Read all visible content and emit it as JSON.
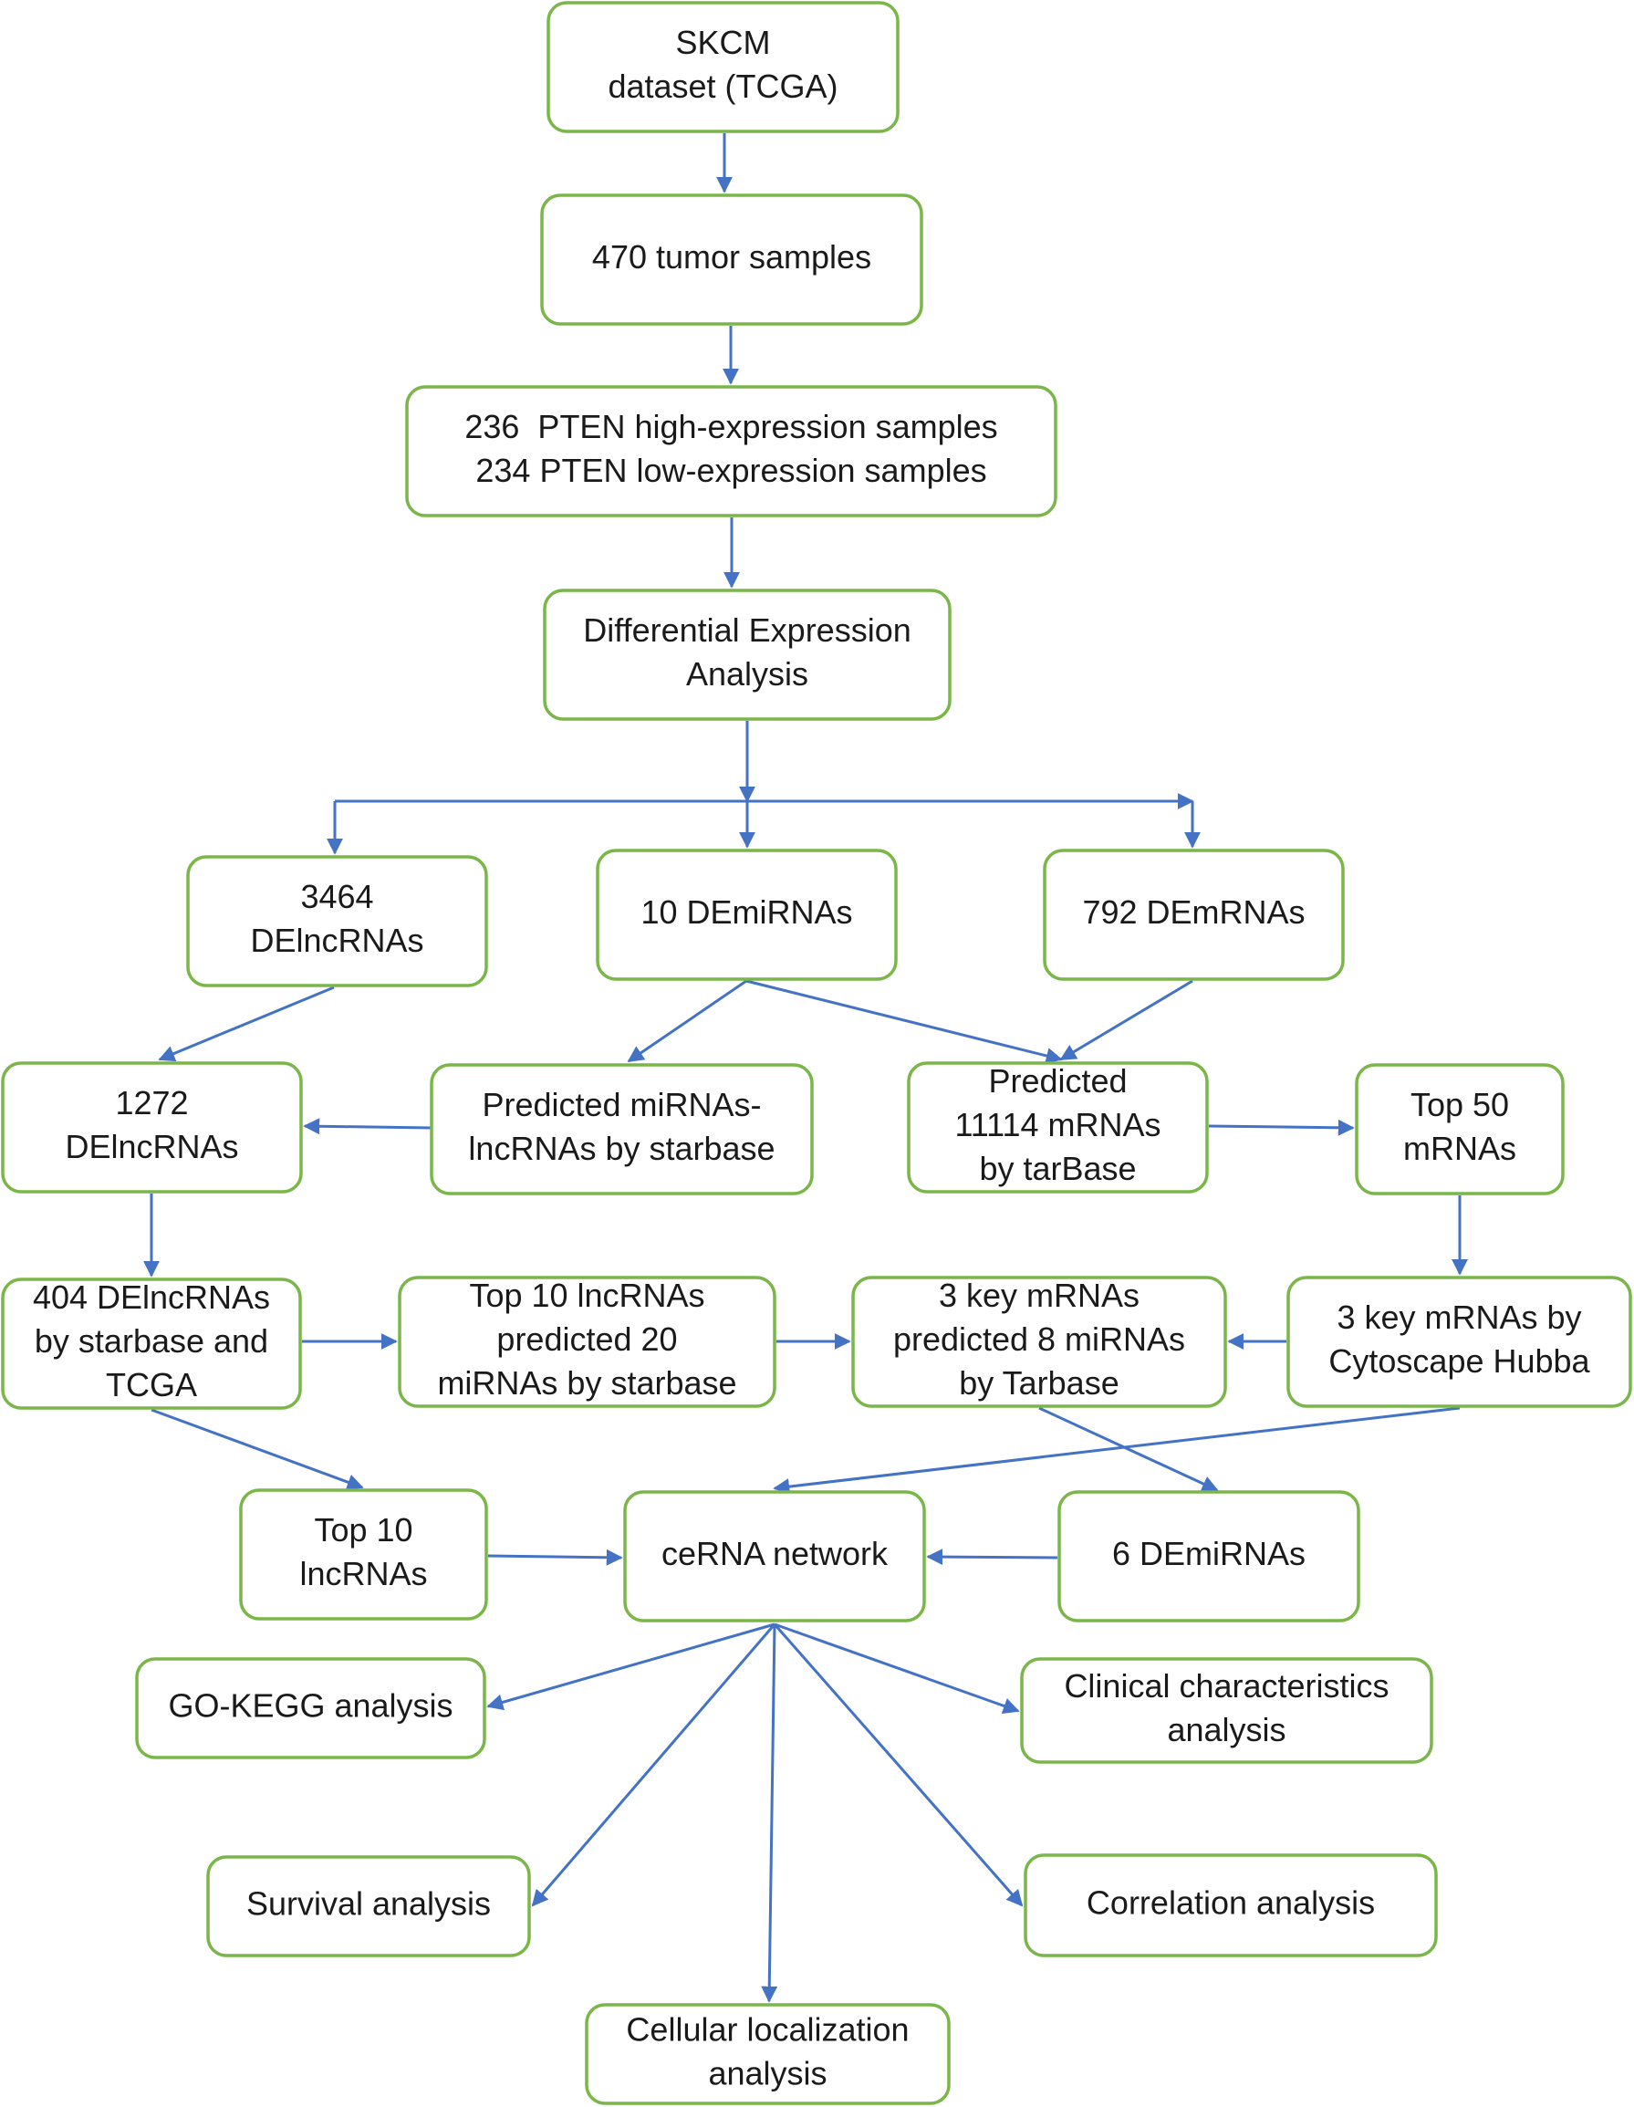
{
  "colors": {
    "box_border": "#7ab648",
    "arrow": "#4472c4",
    "text": "#1a1a1a",
    "background": "#ffffff"
  },
  "nodes": {
    "skcm": {
      "lines": [
        "SKCM",
        "dataset (TCGA)"
      ]
    },
    "tumor": {
      "lines": [
        "470 tumor samples"
      ]
    },
    "pten": {
      "lines": [
        "236  PTEN high-expression samples",
        "234 PTEN low-expression samples"
      ]
    },
    "dea": {
      "lines": [
        "Differential Expression",
        "Analysis"
      ]
    },
    "delnc3464": {
      "lines": [
        "3464",
        "DElncRNAs"
      ]
    },
    "demir10": {
      "lines": [
        "10 DEmiRNAs"
      ]
    },
    "demrna792": {
      "lines": [
        "792 DEmRNAs"
      ]
    },
    "delnc1272": {
      "lines": [
        "1272",
        "DElncRNAs"
      ]
    },
    "predmirlnc": {
      "lines": [
        "Predicted miRNAs-",
        "lncRNAs by starbase"
      ]
    },
    "predmrna": {
      "lines": [
        "Predicted",
        "11114 mRNAs",
        "by tarBase"
      ]
    },
    "top50": {
      "lines": [
        "Top 50",
        "mRNAs"
      ]
    },
    "delnc404": {
      "lines": [
        "404 DElncRNAs",
        "by starbase and",
        "TCGA"
      ]
    },
    "top10pred": {
      "lines": [
        "Top 10 lncRNAs",
        "predicted 20",
        "miRNAs by starbase"
      ]
    },
    "key3pred": {
      "lines": [
        "3 key mRNAs",
        "predicted 8 miRNAs",
        "by Tarbase"
      ]
    },
    "key3hubba": {
      "lines": [
        "3 key mRNAs by",
        "Cytoscape Hubba"
      ]
    },
    "top10lnc": {
      "lines": [
        "Top 10",
        "lncRNAs"
      ]
    },
    "cerna": {
      "lines": [
        "ceRNA network"
      ]
    },
    "demir6": {
      "lines": [
        "6 DEmiRNAs"
      ]
    },
    "gokegg": {
      "lines": [
        "GO-KEGG analysis"
      ]
    },
    "clinical": {
      "lines": [
        "Clinical characteristics",
        "analysis"
      ]
    },
    "survival": {
      "lines": [
        "Survival analysis"
      ]
    },
    "correlation": {
      "lines": [
        "Correlation analysis"
      ]
    },
    "cellular": {
      "lines": [
        "Cellular localization",
        "analysis"
      ]
    }
  },
  "edges": [
    [
      "skcm",
      "tumor"
    ],
    [
      "tumor",
      "pten"
    ],
    [
      "pten",
      "dea"
    ],
    [
      "dea",
      "delnc3464"
    ],
    [
      "dea",
      "demir10"
    ],
    [
      "dea",
      "demrna792"
    ],
    [
      "delnc3464",
      "delnc1272"
    ],
    [
      "demir10",
      "predmirlnc"
    ],
    [
      "demir10",
      "predmrna"
    ],
    [
      "demrna792",
      "predmrna"
    ],
    [
      "predmirlnc",
      "delnc1272"
    ],
    [
      "predmrna",
      "top50"
    ],
    [
      "delnc1272",
      "delnc404"
    ],
    [
      "top50",
      "key3hubba"
    ],
    [
      "delnc404",
      "top10pred"
    ],
    [
      "top10pred",
      "key3pred"
    ],
    [
      "key3hubba",
      "key3pred"
    ],
    [
      "delnc404",
      "top10lnc"
    ],
    [
      "key3pred",
      "demir6"
    ],
    [
      "key3hubba",
      "cerna"
    ],
    [
      "top10lnc",
      "cerna"
    ],
    [
      "demir6",
      "cerna"
    ],
    [
      "cerna",
      "gokegg"
    ],
    [
      "cerna",
      "clinical"
    ],
    [
      "cerna",
      "survival"
    ],
    [
      "cerna",
      "correlation"
    ],
    [
      "cerna",
      "cellular"
    ]
  ]
}
